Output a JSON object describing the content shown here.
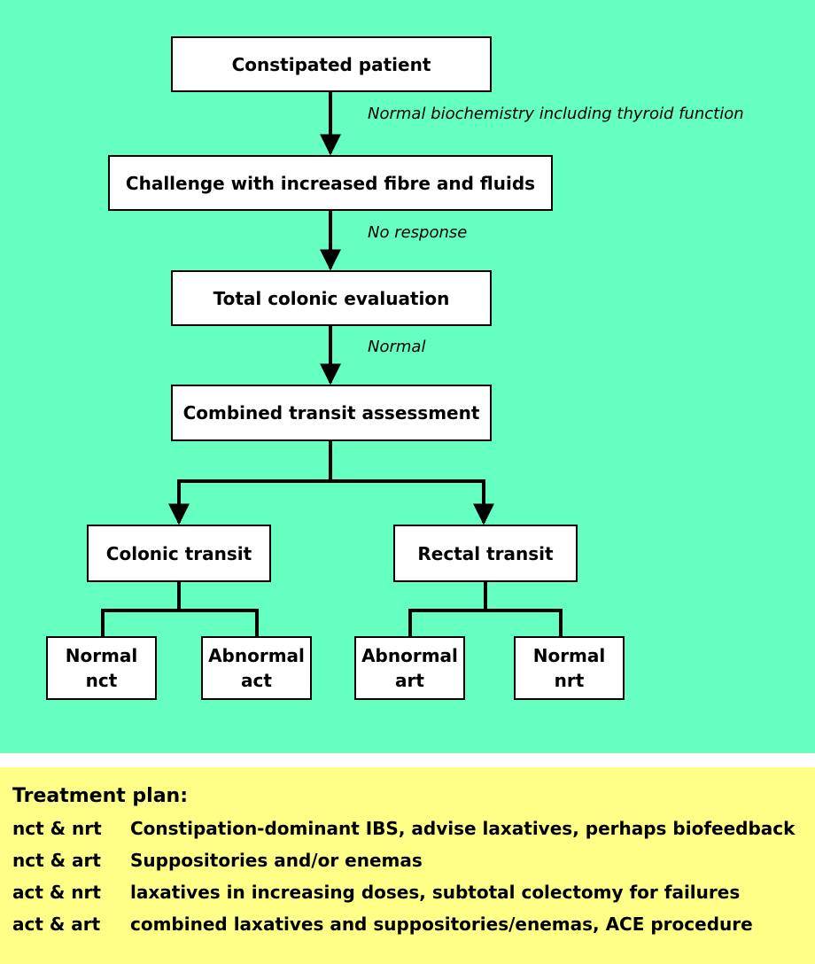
{
  "flowchart": {
    "start": "Constipated patient",
    "step2": "Challenge with increased fibre and fluids",
    "step3": "Total colonic evaluation",
    "step4": "Combined transit assessment",
    "colonic": "Colonic transit",
    "rectal": "Rectal transit",
    "leaves": [
      {
        "line1": "Normal",
        "line2": "nct"
      },
      {
        "line1": "Abnormal",
        "line2": "act"
      },
      {
        "line1": "Abnormal",
        "line2": "art"
      },
      {
        "line1": "Normal",
        "line2": "nrt"
      }
    ],
    "notes": {
      "n1": "Normal biochemistry including thyroid function",
      "n2": "No response",
      "n3": "Normal"
    }
  },
  "treatment": {
    "title": "Treatment plan:",
    "rows": [
      {
        "key": "nct & nrt",
        "text": "Constipation-dominant IBS, advise laxatives, perhaps biofeedback"
      },
      {
        "key": "nct & art",
        "text": "Suppositories and/or enemas"
      },
      {
        "key": "act & nrt",
        "text": "laxatives in increasing doses, subtotal colectomy for failures"
      },
      {
        "key": "act & art",
        "text": "combined laxatives and suppositories/enemas, ACE procedure"
      }
    ]
  },
  "colors": {
    "flow_background": "#66ffc2",
    "plan_background": "#ffff88"
  }
}
